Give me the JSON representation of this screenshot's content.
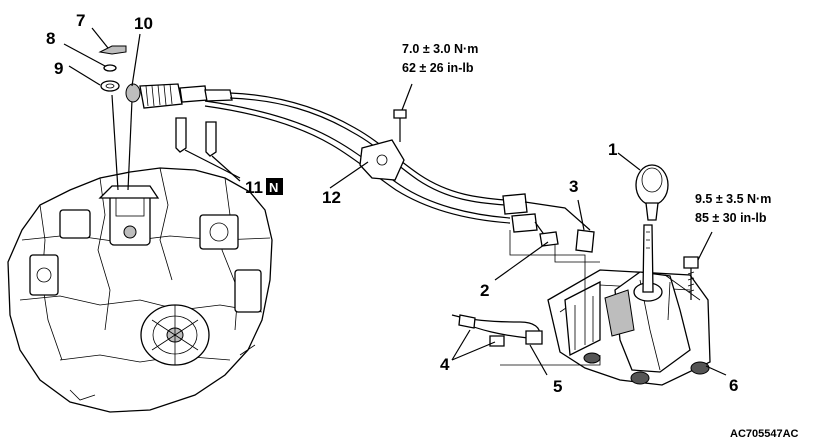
{
  "callouts": {
    "c1": "1",
    "c2": "2",
    "c3": "3",
    "c4": "4",
    "c5": "5",
    "c6": "6",
    "c7": "7",
    "c8": "8",
    "c9": "9",
    "c10": "10",
    "c11": "11",
    "c11_badge": "N",
    "c12": "12"
  },
  "torque_top": {
    "line1": "7.0 ± 3.0 N·m",
    "line2": "62 ± 26 in-lb"
  },
  "torque_right": {
    "line1": "9.5 ± 3.5 N·m",
    "line2": "85 ± 30 in-lb"
  },
  "figure_code": "AC705547AC"
}
